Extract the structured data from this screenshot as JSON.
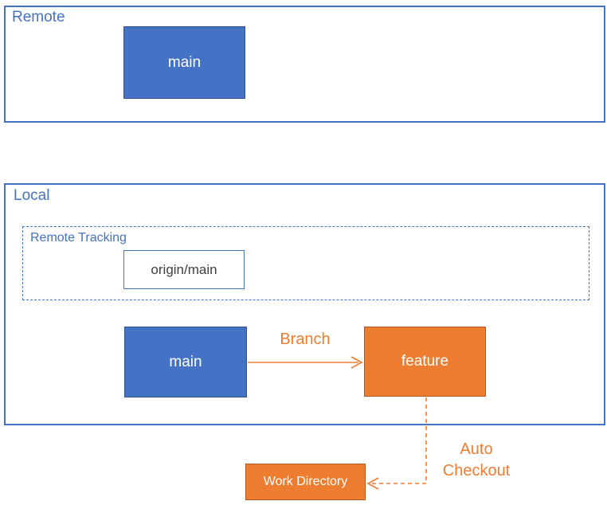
{
  "diagram": {
    "remote": {
      "label": "Remote",
      "main_node": "main"
    },
    "local": {
      "label": "Local",
      "remote_tracking": {
        "label": "Remote Tracking",
        "origin_main_node": "origin/main"
      },
      "main_node": "main",
      "feature_node": "feature"
    },
    "arrows": {
      "branch_label": "Branch",
      "auto_checkout_label": "Auto Checkout"
    },
    "work_directory_node": "Work Directory",
    "colors": {
      "blue_fill": "#4472C4",
      "blue_node_border": "#2F528F",
      "container_border": "#4472C4",
      "blue_text": "#4472C4",
      "orange_fill": "#ED7D31",
      "orange_node_border": "#AE5A21",
      "orange_text": "#ED7D31",
      "node_text": "#FFFFFF",
      "origin_main_text": "#404040"
    }
  }
}
